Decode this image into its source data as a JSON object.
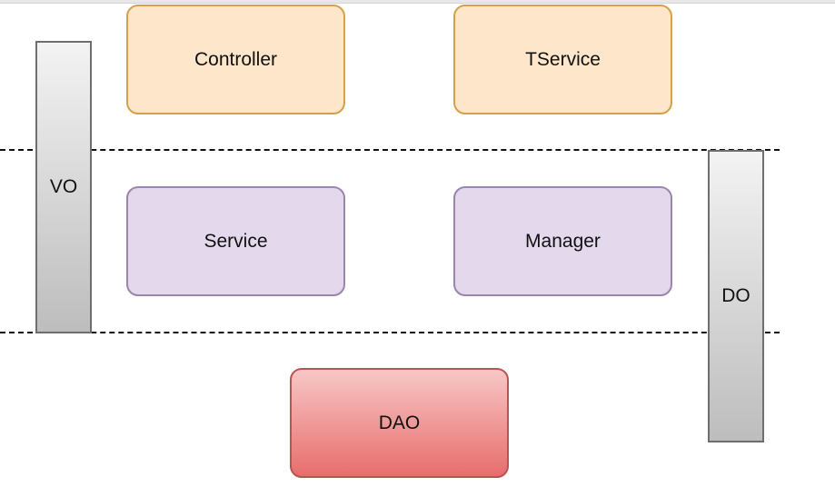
{
  "layers": {
    "top": [
      {
        "id": "controller",
        "label": "Controller"
      },
      {
        "id": "tservice",
        "label": "TService"
      }
    ],
    "middle": [
      {
        "id": "service",
        "label": "Service"
      },
      {
        "id": "manager",
        "label": "Manager"
      }
    ],
    "bottom": [
      {
        "id": "dao",
        "label": "DAO"
      }
    ]
  },
  "objects": {
    "vo": "VO",
    "do": "DO"
  },
  "colors": {
    "top_layer_fill": "#fde6c9",
    "top_layer_border": "#d6a04a",
    "middle_layer_fill": "#e3d8ec",
    "middle_layer_border": "#9c84ae",
    "dao_fill_top": "#f7c7c6",
    "dao_fill_bottom": "#e86d6d",
    "dao_border": "#b85452",
    "object_bar_border": "#6e6e6e"
  }
}
